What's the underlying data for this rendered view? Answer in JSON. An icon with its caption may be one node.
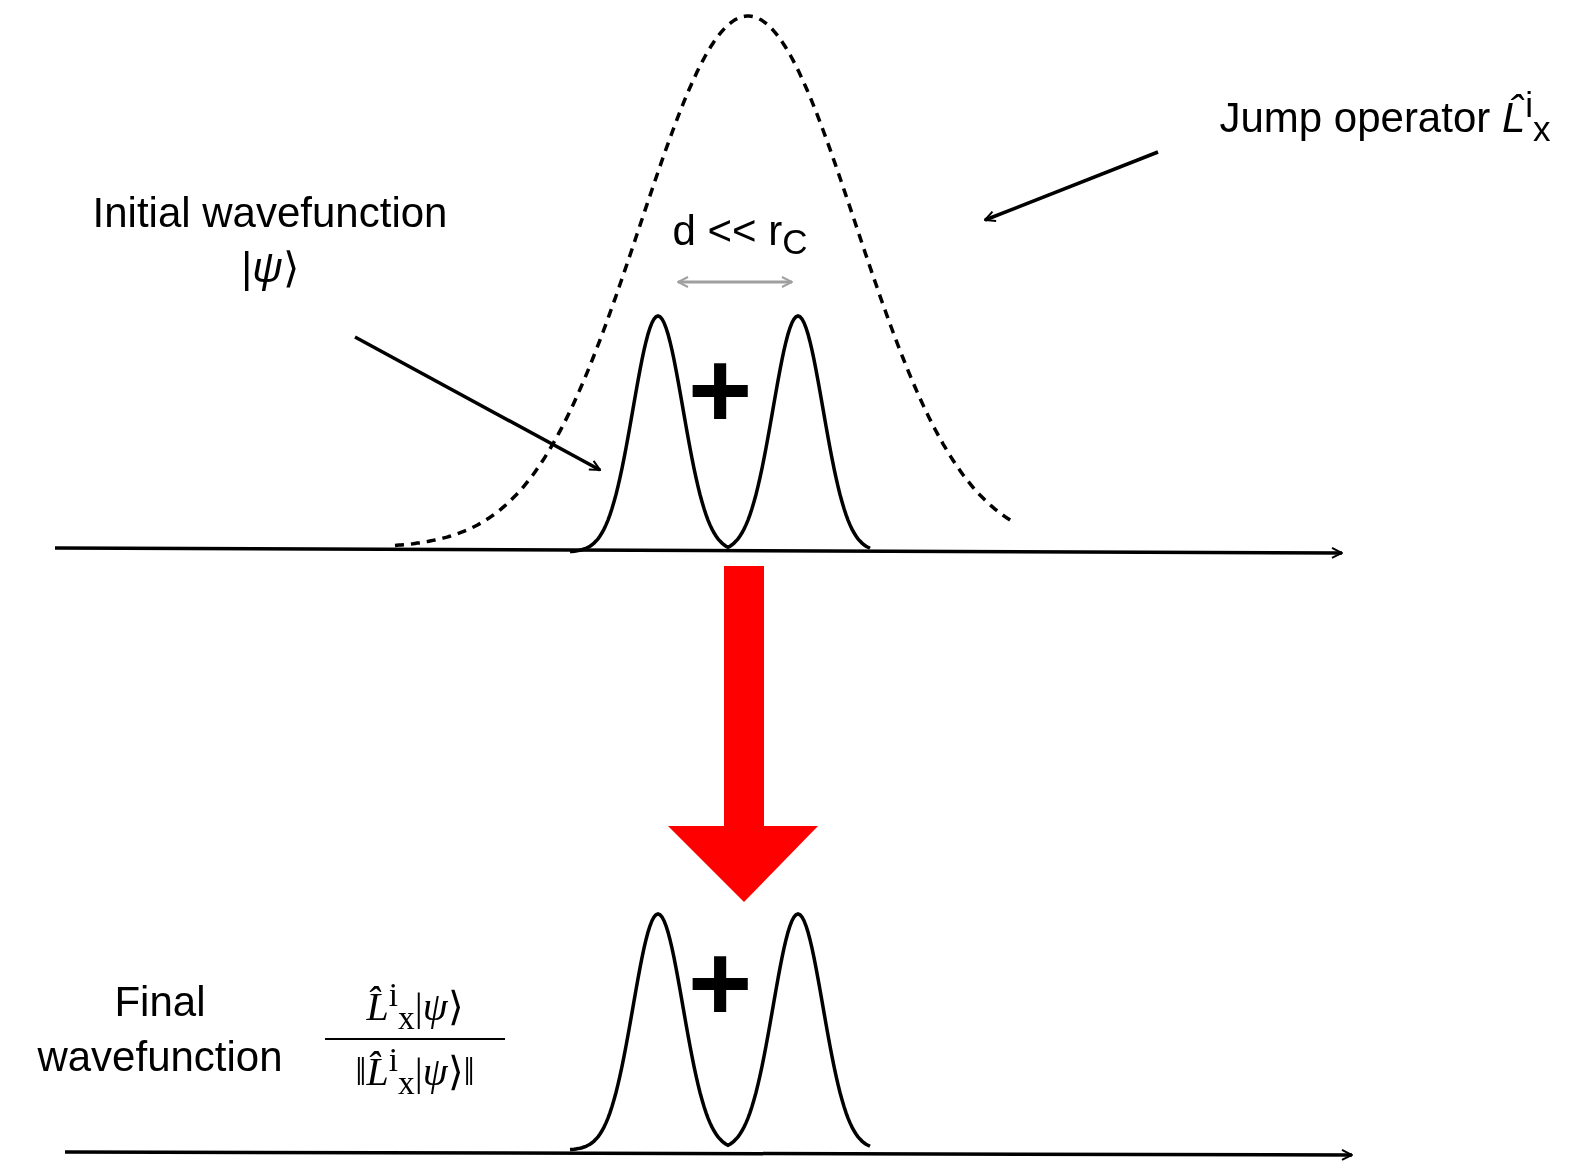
{
  "diagram": {
    "nodes": [
      {
        "text": [
          "Jump operator *L̂*$^{i}$$_{x}$"
        ]
      },
      {
        "text": [],
        "shape": "curve"
      },
      {
        "text": [
          "Initial wavefunction |*ψ*⟩"
        ]
      },
      {
        "text": [],
        "shape": "curve",
        "in": 1
      },
      {
        "text": [],
        "shape": "curve"
      },
      {
        "text": [
          "Final wavefunction",
          "*L̂*$^{i}$$_{x}$|*ψ*⟩",
          "‖*L̂*$^{i}$$_{x}$|*ψ*⟩‖"
        ]
      }
    ],
    "edges": [
      {
        "from": 0,
        "to": 1,
        "arrow": "to"
      },
      {
        "from": 2,
        "to": 3,
        "arrow": "to"
      },
      {
        "from": 3,
        "to": 4,
        "arrow": "to",
        "style": "thick",
        "color": "#ff0000"
      }
    ],
    "labels": [
      "d << r$_{C}$",
      "+",
      "+"
    ]
  }
}
